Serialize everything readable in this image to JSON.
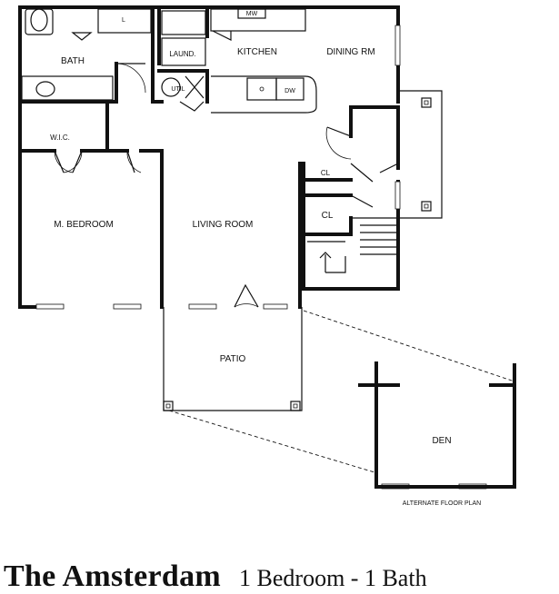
{
  "rooms": {
    "bath": "BATH",
    "laundry": "LAUND.",
    "utility": "UTIL",
    "kitchen": "KITCHEN",
    "dining": "DINING RM",
    "closet_walk_in": "W.I.C.",
    "master_bedroom": "M. BEDROOM",
    "living_room": "LIVING ROOM",
    "closet_1": "CL",
    "closet_2": "CL",
    "patio": "PATIO",
    "den": "DEN"
  },
  "fixtures": {
    "linen": "L",
    "microwave": "MW",
    "dishwasher": "DW"
  },
  "notes": {
    "alternate": "ALTERNATE FLOOR PLAN"
  },
  "caption": {
    "name": "The Amsterdam",
    "unit_type": "1 Bedroom - 1 Bath"
  }
}
